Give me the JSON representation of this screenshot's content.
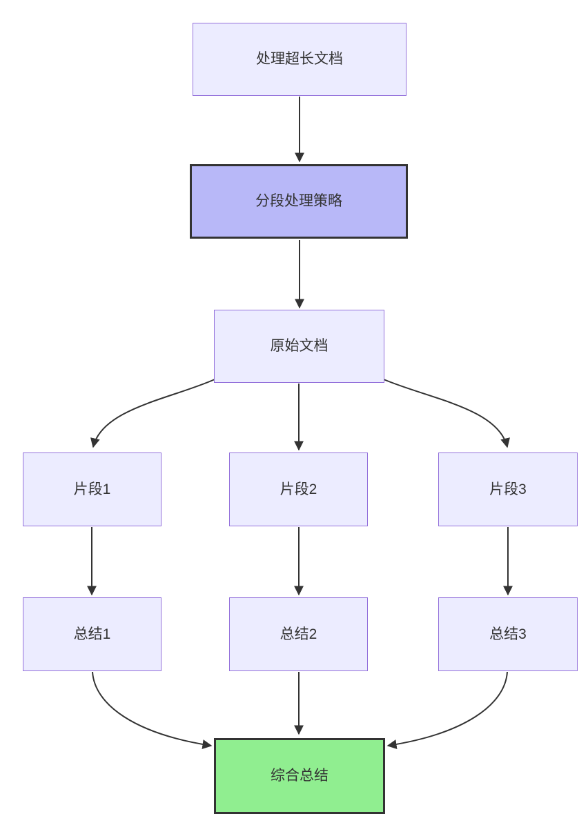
{
  "diagram": {
    "type": "flowchart",
    "direction": "top-down",
    "nodes": {
      "doc": {
        "label": "处理超长文档",
        "style": "default"
      },
      "strategy": {
        "label": "分段处理策略",
        "style": "emphasis-purple"
      },
      "original": {
        "label": "原始文档",
        "style": "default"
      },
      "seg1": {
        "label": "片段1",
        "style": "default"
      },
      "seg2": {
        "label": "片段2",
        "style": "default"
      },
      "seg3": {
        "label": "片段3",
        "style": "default"
      },
      "sum1": {
        "label": "总结1",
        "style": "default"
      },
      "sum2": {
        "label": "总结2",
        "style": "default"
      },
      "sum3": {
        "label": "总结3",
        "style": "default"
      },
      "final": {
        "label": "综合总结",
        "style": "emphasis-green"
      }
    },
    "edges": [
      {
        "from": "doc",
        "to": "strategy"
      },
      {
        "from": "strategy",
        "to": "original"
      },
      {
        "from": "original",
        "to": "seg1"
      },
      {
        "from": "original",
        "to": "seg2"
      },
      {
        "from": "original",
        "to": "seg3"
      },
      {
        "from": "seg1",
        "to": "sum1"
      },
      {
        "from": "seg2",
        "to": "sum2"
      },
      {
        "from": "seg3",
        "to": "sum3"
      },
      {
        "from": "sum1",
        "to": "final"
      },
      {
        "from": "sum2",
        "to": "final"
      },
      {
        "from": "sum3",
        "to": "final"
      }
    ],
    "colors": {
      "background": "#ffffff",
      "node_fill": "#ECECFF",
      "node_border": "#9370DB",
      "strategy_fill": "#b8b8f8",
      "final_fill": "#90EE90",
      "emphasis_border": "#333333",
      "edge": "#333333",
      "text": "#333333"
    }
  }
}
